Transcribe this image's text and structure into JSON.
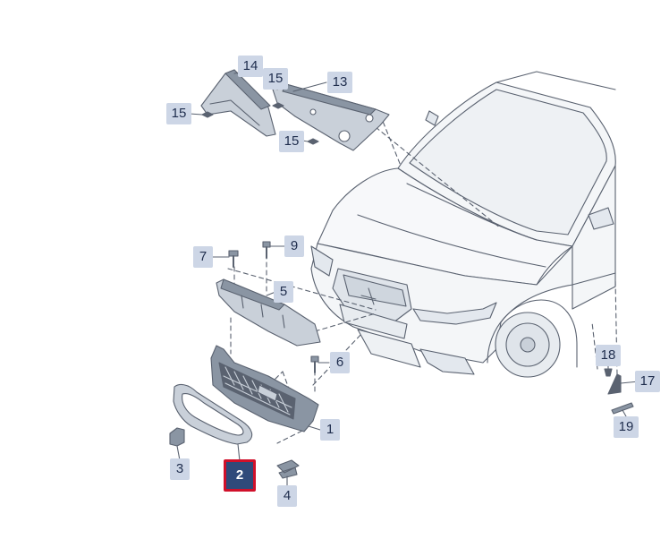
{
  "diagram": {
    "callouts": {
      "c1": "1",
      "c2": "2",
      "c3": "3",
      "c4": "4",
      "c5": "5",
      "c6": "6",
      "c7": "7",
      "c9": "9",
      "c13": "13",
      "c14": "14",
      "c15a": "15",
      "c15b": "15",
      "c15c": "15",
      "c17": "17",
      "c18": "18",
      "c19": "19"
    },
    "highlighted_part": "2",
    "colors": {
      "line": "#5a6270",
      "part_fill": "#c9d0d9",
      "part_dark": "#8a95a3",
      "callout_bg": "#cdd6e6",
      "callout_text": "#1f2d4d",
      "highlight_bg": "#2f4a7a",
      "highlight_border": "#d0102a"
    }
  }
}
